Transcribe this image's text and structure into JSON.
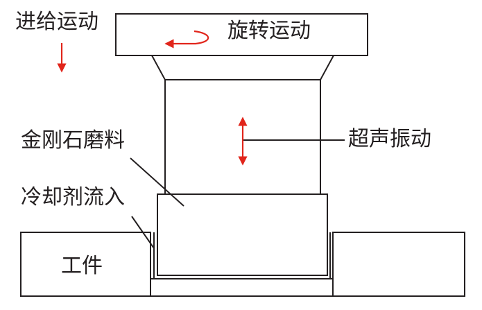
{
  "labels": {
    "feed_motion": "进给运动",
    "rotary_motion": "旋转运动",
    "diamond_abrasive": "金刚石磨料",
    "ultrasonic_vibration": "超声振动",
    "coolant_inflow": "冷却剂流入",
    "workpiece": "工件"
  },
  "colors": {
    "line": "#231f20",
    "arrow": "#e1251b",
    "background": "#ffffff"
  }
}
